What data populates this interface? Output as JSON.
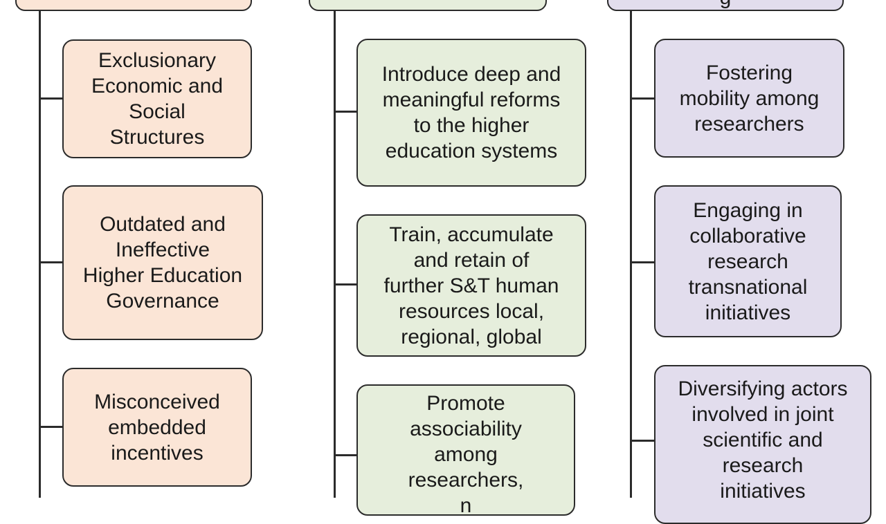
{
  "columns": [
    {
      "id": "left",
      "header_label": "",
      "boxes": [
        "Exclusionary\nEconomic and\nSocial\nStructures",
        "Outdated and\nIneffective\nHigher Education\nGovernance",
        "Misconceived\nembedded\nincentives"
      ]
    },
    {
      "id": "middle",
      "header_label": "",
      "boxes": [
        "Introduce deep and\nmeaningful reforms\nto the higher\neducation systems",
        "Train, accumulate\nand retain of\nfurther S&T human\nresources local,\nregional, global",
        "Promote\nassociability\namong\nresearchers,\nn"
      ]
    },
    {
      "id": "right",
      "header_label": "g",
      "boxes": [
        "Fostering\nmobility among\nresearchers",
        "Engaging in\ncollaborative\nresearch\ntransnational\ninitiatives",
        "Diversifying actors\ninvolved in joint\nscientific and\nresearch\ninitiatives"
      ]
    }
  ],
  "colors": {
    "orange_fill": "#fbe5d6",
    "green_fill": "#e6eedc",
    "purple_fill": "#e2dded",
    "stroke": "#2b2b2b"
  }
}
